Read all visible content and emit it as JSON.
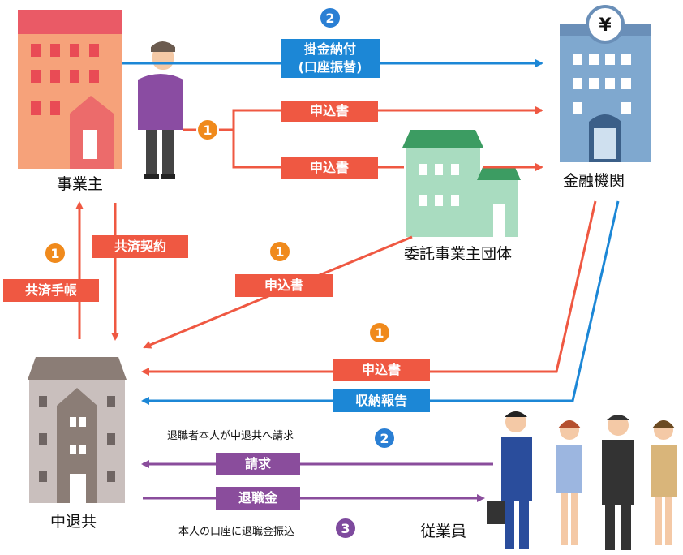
{
  "nodes": {
    "employer": "事業主",
    "bank": "金融機関",
    "association": "委託事業主団体",
    "chutaikyo": "中退共",
    "employees": "従業員"
  },
  "flows": {
    "premium_payment_line1": "掛金納付",
    "premium_payment_line2": "(口座振替)",
    "application_form": "申込書",
    "mutual_aid_contract": "共済契約",
    "mutual_aid_handbook": "共済手帳",
    "collection_report": "収納報告",
    "claim": "請求",
    "retirement_allowance": "退職金"
  },
  "captions": {
    "claim_note": "退職者本人が中退共へ請求",
    "transfer_note": "本人の口座に退職金振込"
  },
  "steps": {
    "one": "1",
    "two": "2",
    "three": "3"
  },
  "colors": {
    "red_flow": "#ef5842",
    "blue_flow": "#1c87d6",
    "purple_flow": "#8a4d9c",
    "step_orange": "#f08a1c",
    "step_blue": "#2a7fd4",
    "step_purple": "#7e4a9e"
  }
}
